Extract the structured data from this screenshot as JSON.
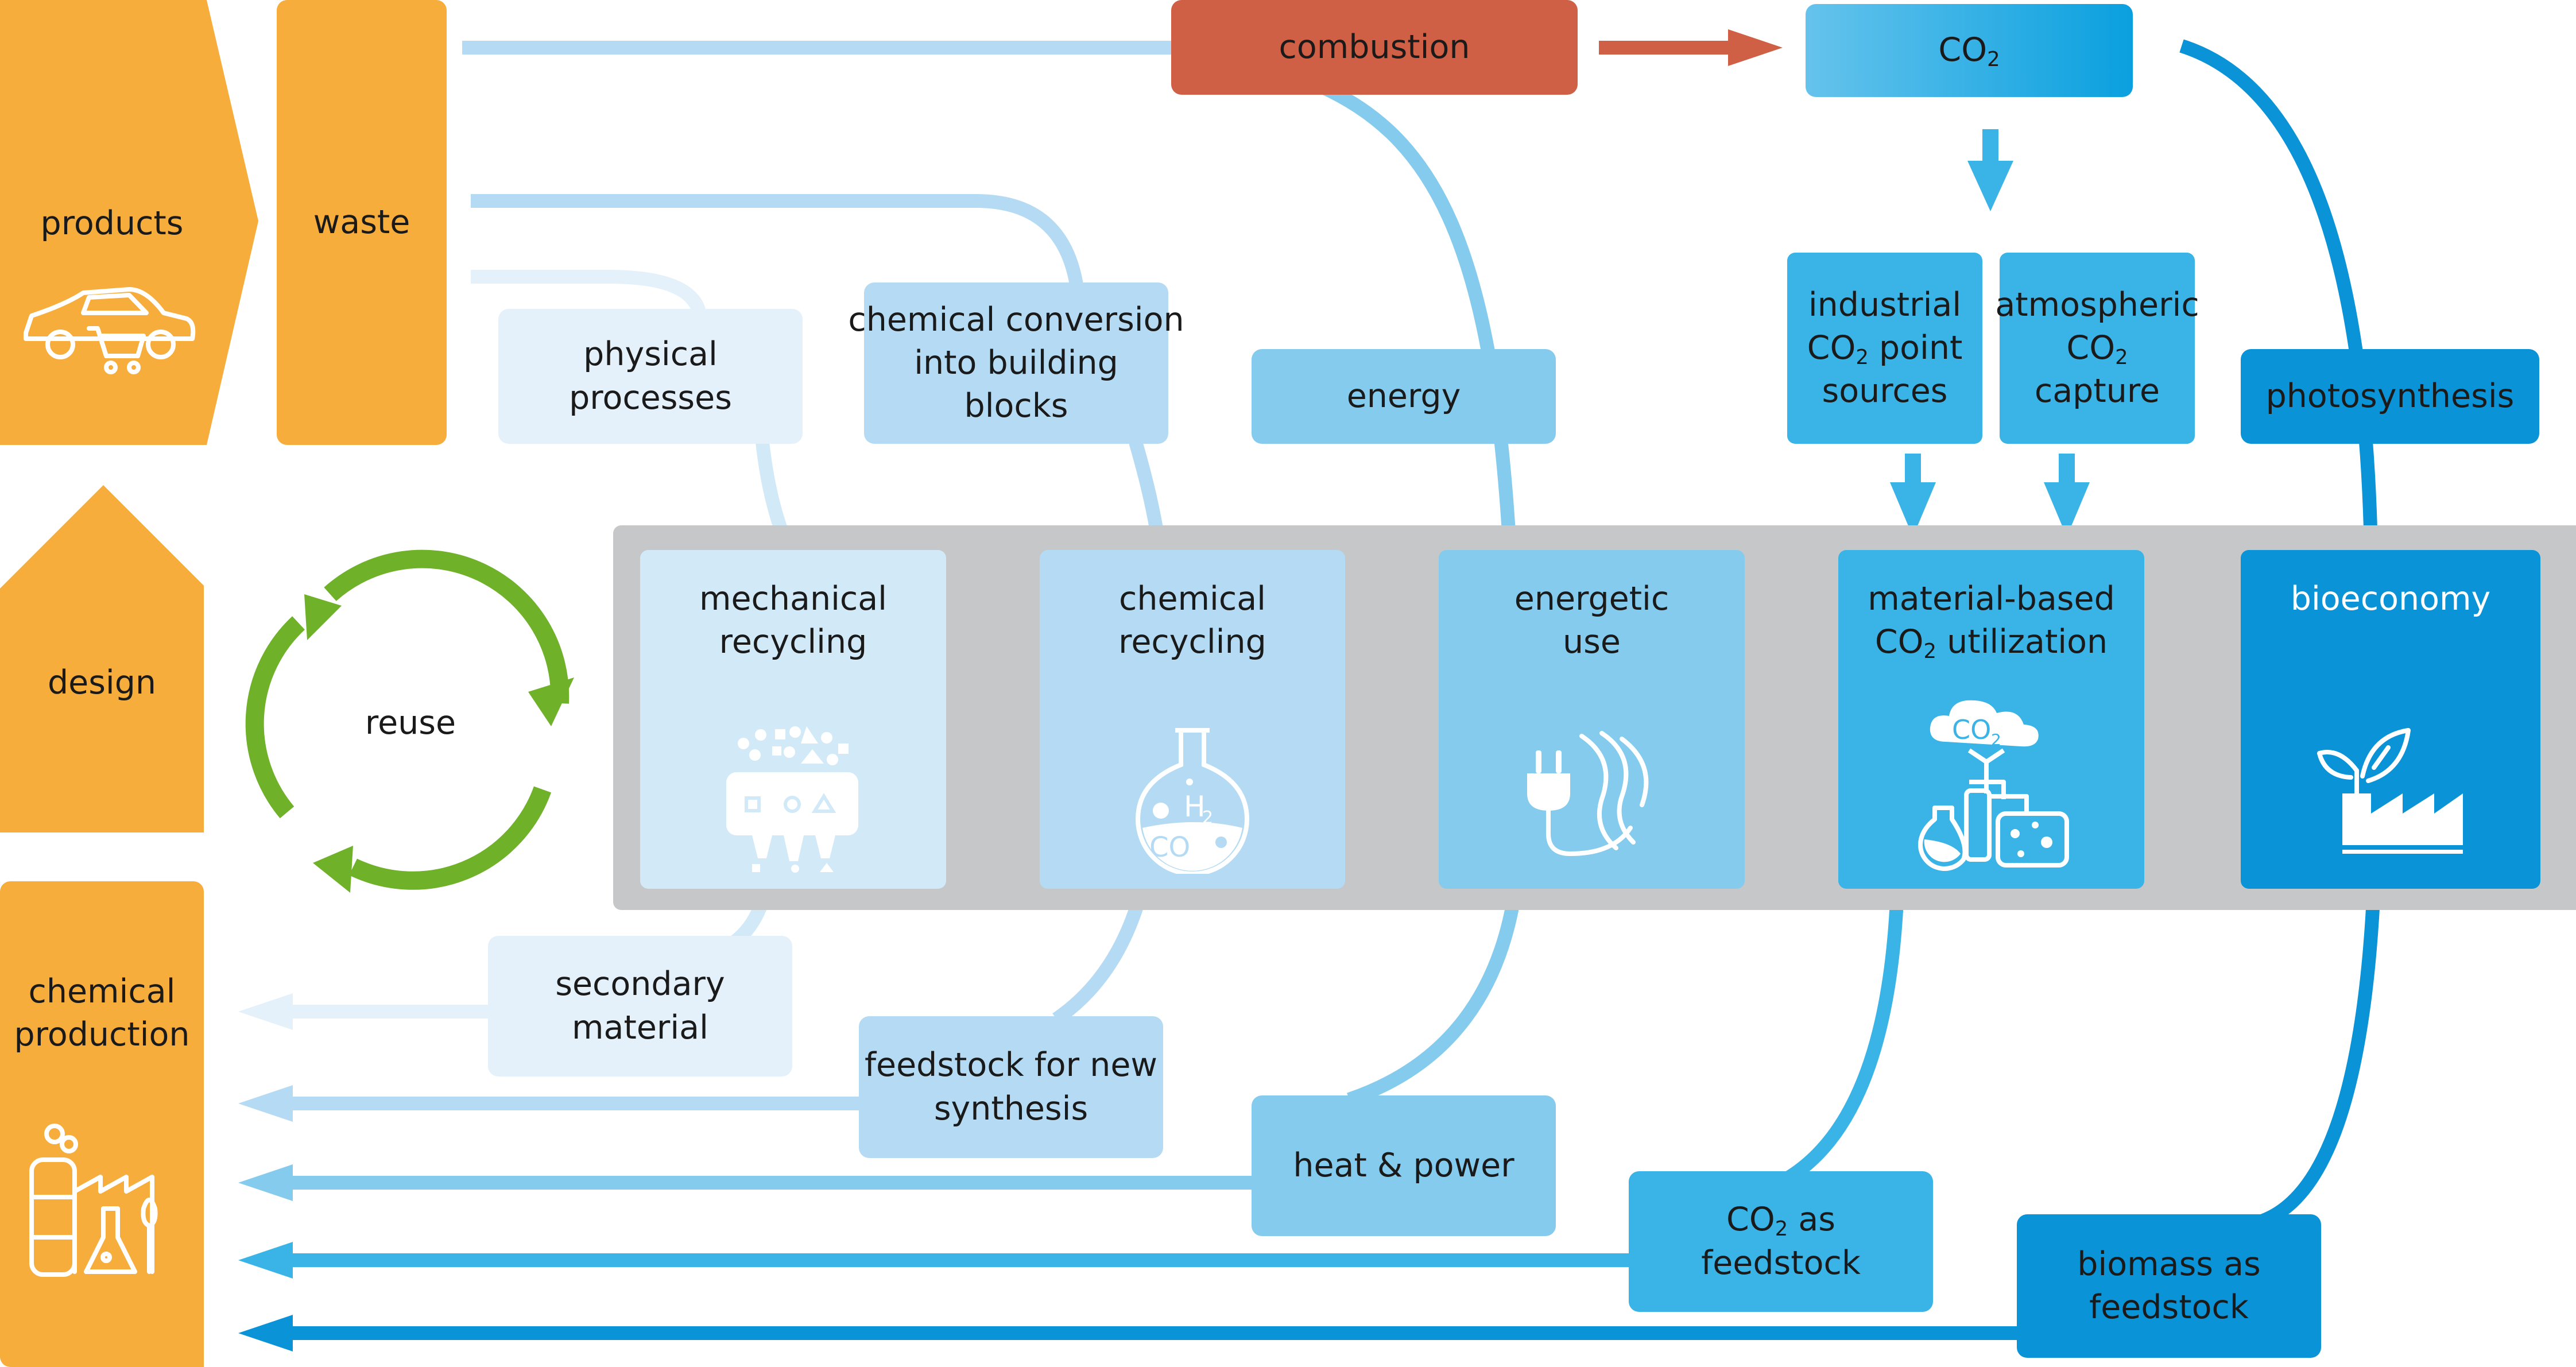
{
  "colors": {
    "orange": "#f6ad3c",
    "green": "#6fb22a",
    "red": "#cf6046",
    "gray_band": "#c6c7c9",
    "blue_lightest": "#e4f1fa",
    "blue_light": "#d2e9f8",
    "blue_mid": "#b4dbf3",
    "blue_medium": "#84cbee",
    "blue_bright": "#3ab4e6",
    "blue_dark": "#0a93d6"
  },
  "left_column": {
    "products_label": "products",
    "waste_label": "waste",
    "design_label": "design",
    "reuse_label": "reuse",
    "chemical_production_line1": "chemical",
    "chemical_production_line2": "production"
  },
  "top": {
    "combustion_label": "combustion",
    "co2_text": "CO",
    "co2_sub": "2"
  },
  "labels": {
    "physical_processes_line1": "physical",
    "physical_processes_line2": "processes",
    "chemical_conversion_line1": "chemical conversion",
    "chemical_conversion_line2": "into building",
    "chemical_conversion_line3": "blocks",
    "energy_label": "energy",
    "industrial_line1": "industrial",
    "industrial_line2_pre": "CO",
    "industrial_line2_sub": "2",
    "industrial_line2_post": " point",
    "industrial_line3": "sources",
    "atmospheric_line1": "atmospheric",
    "atmospheric_line2_pre": "CO",
    "atmospheric_line2_sub": "2",
    "atmospheric_line3": "capture",
    "photosynthesis_label": "photosynthesis"
  },
  "cards": {
    "mechanical_line1": "mechanical",
    "mechanical_line2": "recycling",
    "chemical_line1": "chemical",
    "chemical_line2": "recycling",
    "energetic_line1": "energetic",
    "energetic_line2": "use",
    "material_line1": "material-based",
    "material_line2_pre": "CO",
    "material_line2_sub": "2",
    "material_line2_post": " utilization",
    "bioeconomy_label": "bioeconomy"
  },
  "icons": {
    "products": "car-with-shopping-cart-icon",
    "mechanical": "shredder-icon",
    "chemical": "flask-icon",
    "energetic": "plug-with-heat-waves-icon",
    "material": "co2-cloud-lab-icon",
    "bioeconomy": "factory-with-leaves-icon",
    "chemical_production": "chemical-plant-icon",
    "flask_h2": "H",
    "flask_h2_sub": "2",
    "flask_co": "CO",
    "cloud_co2": "CO",
    "cloud_co2_sub": "2"
  },
  "outputs": {
    "secondary_line1": "secondary",
    "secondary_line2": "material",
    "feedstock_line1": "feedstock for new",
    "feedstock_line2": "synthesis",
    "heat_power_label": "heat & power",
    "co2_feedstock_line1_pre": "CO",
    "co2_feedstock_line1_sub": "2",
    "co2_feedstock_line1_post": " as",
    "co2_feedstock_line2": "feedstock",
    "biomass_line1": "biomass as",
    "biomass_line2": "feedstock"
  }
}
